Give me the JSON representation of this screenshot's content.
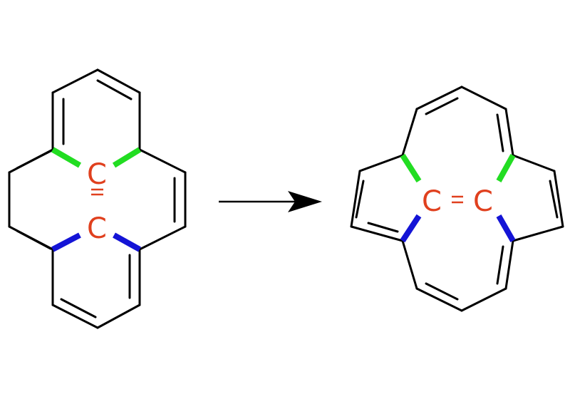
{
  "diagram": {
    "left_molecule": {
      "atom_top": "C",
      "atom_bottom": "C",
      "central_bond": "="
    },
    "right_molecule": {
      "atom_left": "C",
      "atom_right": "C",
      "central_bond": "="
    }
  },
  "colors": {
    "carbon_label": "#e0401e",
    "highlight_green": "#22dd22",
    "highlight_blue": "#1414d6",
    "bond_black": "#000000",
    "background": "#ffffff"
  }
}
